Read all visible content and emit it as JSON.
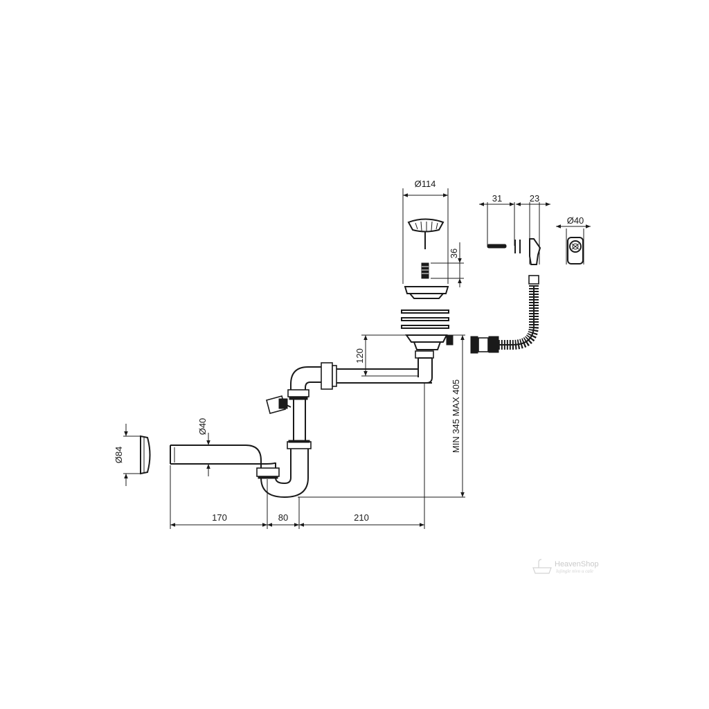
{
  "diagram": {
    "dimensions": {
      "strainer_diameter": "Ø114",
      "strainer_height": "36",
      "overflow_length": "31",
      "overflow_width": "23",
      "overflow_diameter": "Ø40",
      "outlet_height": "120",
      "min_max_height": "MIN 345 MAX 405",
      "pipe_diameter": "Ø40",
      "cap_diameter": "Ø84",
      "len_170": "170",
      "len_80": "80",
      "len_210": "210"
    },
    "watermark": {
      "brand": "HeavenShop",
      "tagline": "lujingle nivo u cale"
    }
  }
}
